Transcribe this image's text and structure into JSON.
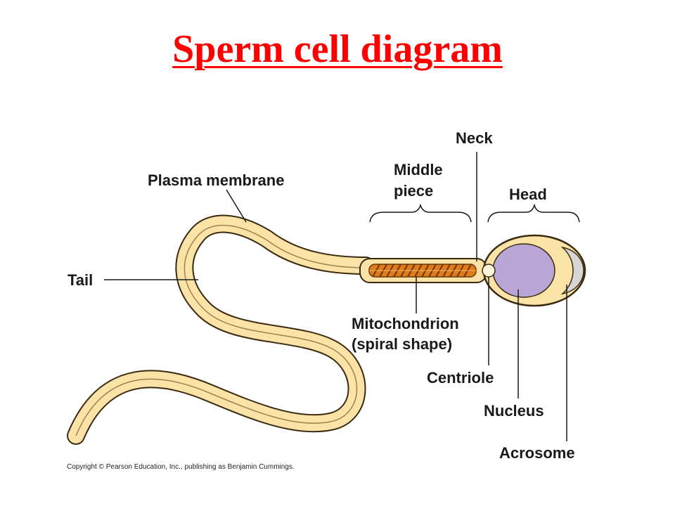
{
  "title": "Sperm cell diagram",
  "labels": {
    "neck": "Neck",
    "middle_piece_line1": "Middle",
    "middle_piece_line2": "piece",
    "head": "Head",
    "plasma_membrane": "Plasma membrane",
    "tail": "Tail",
    "mitochondrion_line1": "Mitochondrion",
    "mitochondrion_line2": "(spiral shape)",
    "centriole": "Centriole",
    "nucleus": "Nucleus",
    "acrosome": "Acrosome"
  },
  "copyright": "Copyright © Pearson Education, Inc., publishing as Benjamin Cummings.",
  "colors": {
    "title": "#ff0000",
    "cell_fill": "#fbe3a8",
    "cell_outline": "#3a2a10",
    "nucleus": "#b8a6d6",
    "acrosome": "#d6d6d6",
    "mitochondria": "#e07b1a"
  }
}
